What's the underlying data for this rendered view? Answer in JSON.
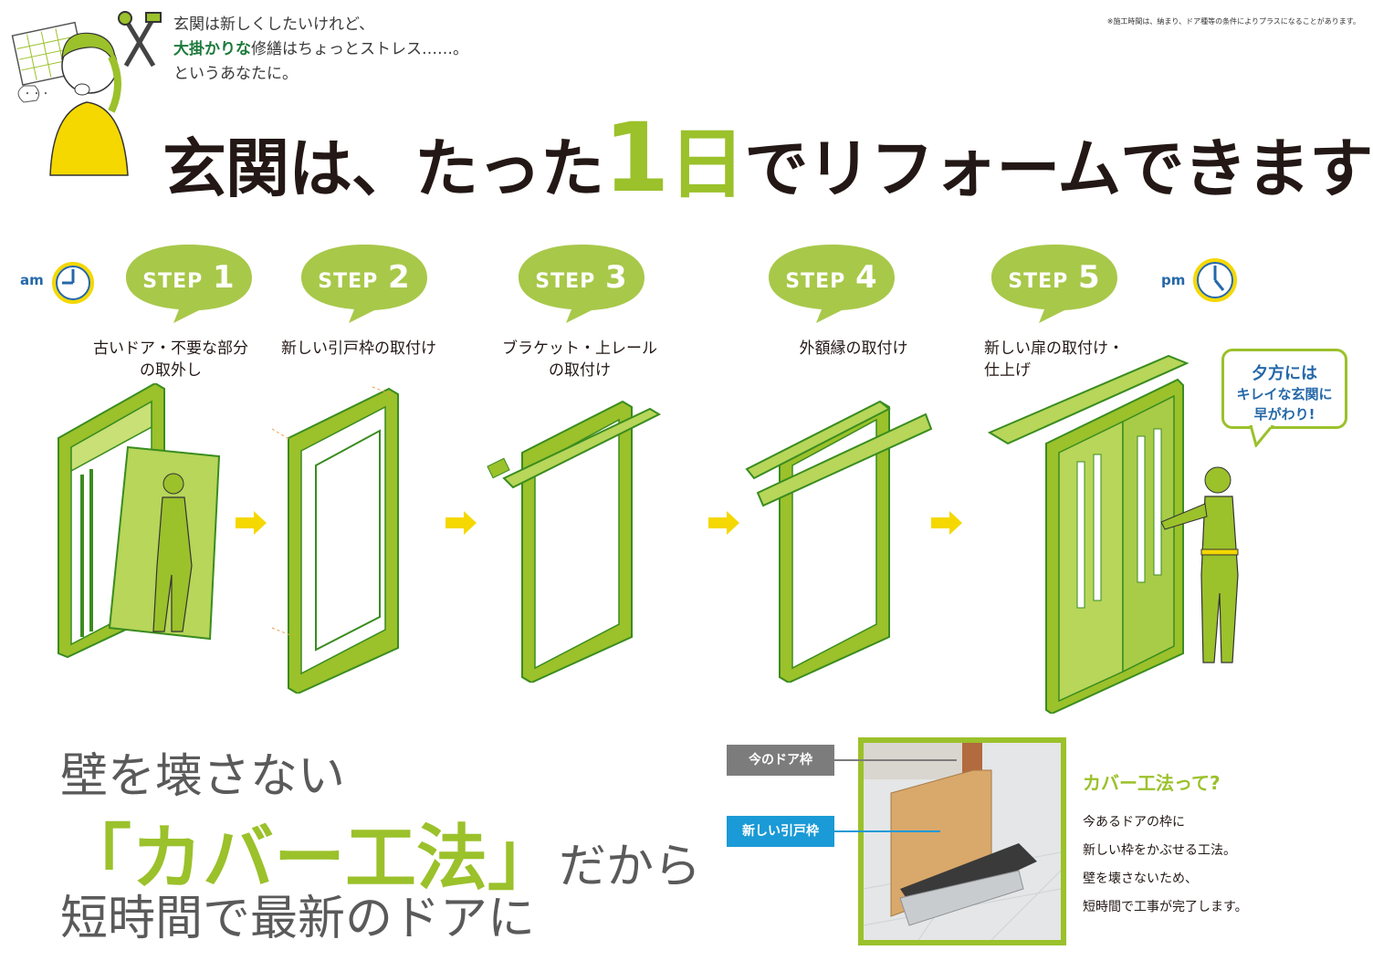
{
  "intro": {
    "line1": "玄関は新しくしたいけれど、",
    "line2_strong": "大掛かりな",
    "line2_rest": "修繕はちょっとストレス……。",
    "line3": "というあなたに。"
  },
  "note": "※施工時間は、納まり、ドア種等の条件によりプラスになることがあります。",
  "headline": {
    "pre": "玄関は、たった",
    "num": "1",
    "unit": "日",
    "post": "でリフォームできます",
    "excl": "!"
  },
  "clocks": {
    "am": "am",
    "pm": "pm"
  },
  "steps": [
    {
      "label": "STEP",
      "num": "1",
      "desc1": "古いドア・不要な部分",
      "desc2": "の取外し"
    },
    {
      "label": "STEP",
      "num": "2",
      "desc1": "新しい引戸枠の取付け",
      "desc2": ""
    },
    {
      "label": "STEP",
      "num": "3",
      "desc1": "ブラケット・上レール",
      "desc2": "の取付け"
    },
    {
      "label": "STEP",
      "num": "4",
      "desc1": "外額縁の取付け",
      "desc2": ""
    },
    {
      "label": "STEP",
      "num": "5",
      "desc1": "新しい扉の取付け・",
      "desc2": "仕上げ"
    }
  ],
  "callout": {
    "l1": "夕方には",
    "l2": "キレイな玄関に",
    "l3": "早がわり!"
  },
  "tagline": {
    "l1": "壁を壊さない",
    "l2_main": "「カバー工法」",
    "l2_sub": "だから",
    "l3": "短時間で最新のドアに"
  },
  "photo": {
    "label_old": "今のドア枠",
    "label_new": "新しい引戸枠"
  },
  "cover": {
    "title": "カバー工法って?",
    "b1": "今あるドアの枠に",
    "b2": "新しい枠をかぶせる工法。",
    "b3": "壁を壊さないため、",
    "b4": "短時間で工事が完了します。"
  },
  "colors": {
    "accent": "#9bc12b",
    "blue": "#2568a8",
    "yellow": "#f5d800",
    "label_gray": "#7c7c7c",
    "label_blue": "#1a9ad6"
  }
}
